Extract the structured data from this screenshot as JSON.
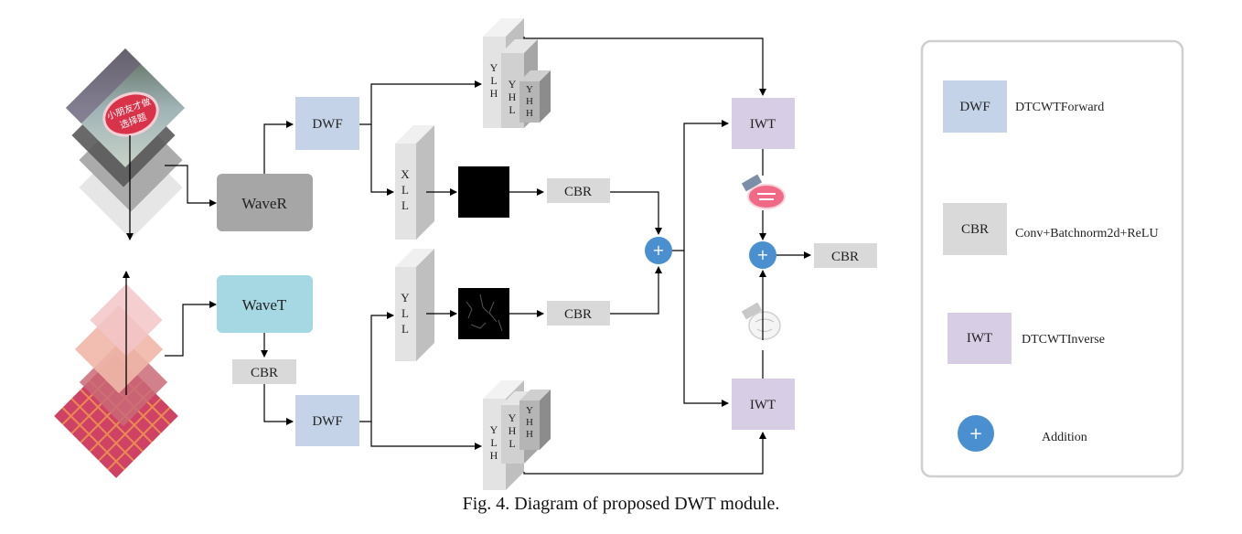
{
  "diagram": {
    "nodes": {
      "waver": "WaveR",
      "wavet": "WaveT",
      "dwf_top": "DWF",
      "dwf_bottom": "DWF",
      "cbr_wavet": "CBR",
      "cbr_xll": "CBR",
      "cbr_yll": "CBR",
      "cbr_out": "CBR",
      "iwt_top": "IWT",
      "iwt_bottom": "IWT",
      "add_left": "+",
      "add_right": "+"
    },
    "stacks": {
      "top": {
        "a": "Y\nL\nH",
        "b": "Y\nH\nL",
        "c": "Y\nH\nH"
      },
      "bottom": {
        "a": "Y\nL\nH",
        "b": "Y\nH\nL",
        "c": "Y\nH\nH"
      },
      "xll": "X\nL\nL",
      "yll": "Y\nL\nL"
    },
    "input_image_text": "小朋友才做\n选择题"
  },
  "legend": {
    "items": [
      {
        "key": "DWF",
        "desc": "DTCWTForward",
        "color": "#c5d3e8"
      },
      {
        "key": "CBR",
        "desc": "Conv+Batchnorm2d+ReLU",
        "color": "#d9d9d9"
      },
      {
        "key": "IWT",
        "desc": "DTCWTInverse",
        "color": "#d7cde4"
      },
      {
        "key": "+",
        "desc": "Addition",
        "color": "#4a8fd0"
      }
    ]
  },
  "caption": "Fig. 4. Diagram of proposed DWT module.",
  "colors": {
    "dwf": "#c5d3e8",
    "cbr": "#d9d9d9",
    "iwt": "#d7cde4",
    "waver": "#a6a6a6",
    "wavet": "#a5d8e3",
    "add": "#4a8fd0"
  }
}
